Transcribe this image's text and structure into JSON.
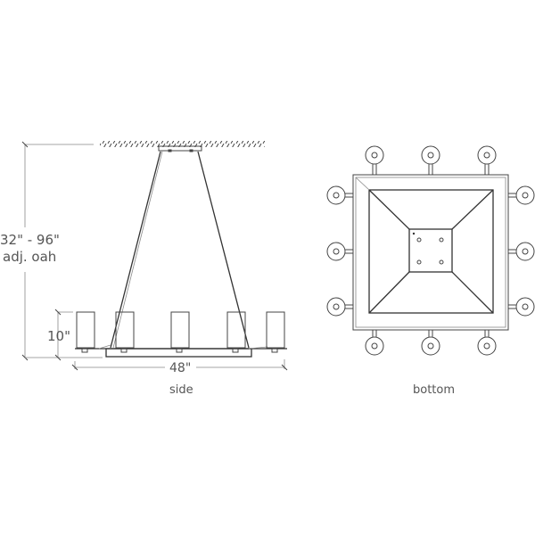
{
  "drawing": {
    "side_view": {
      "caption": "side",
      "height_dimension_line1": "32\" - 96\"",
      "height_dimension_line2": "adj. oah",
      "fixture_height": "10\"",
      "width_dimension": "48\""
    },
    "bottom_view": {
      "caption": "bottom"
    },
    "colors": {
      "line": "#444444",
      "text": "#555555",
      "background": "#ffffff"
    }
  }
}
